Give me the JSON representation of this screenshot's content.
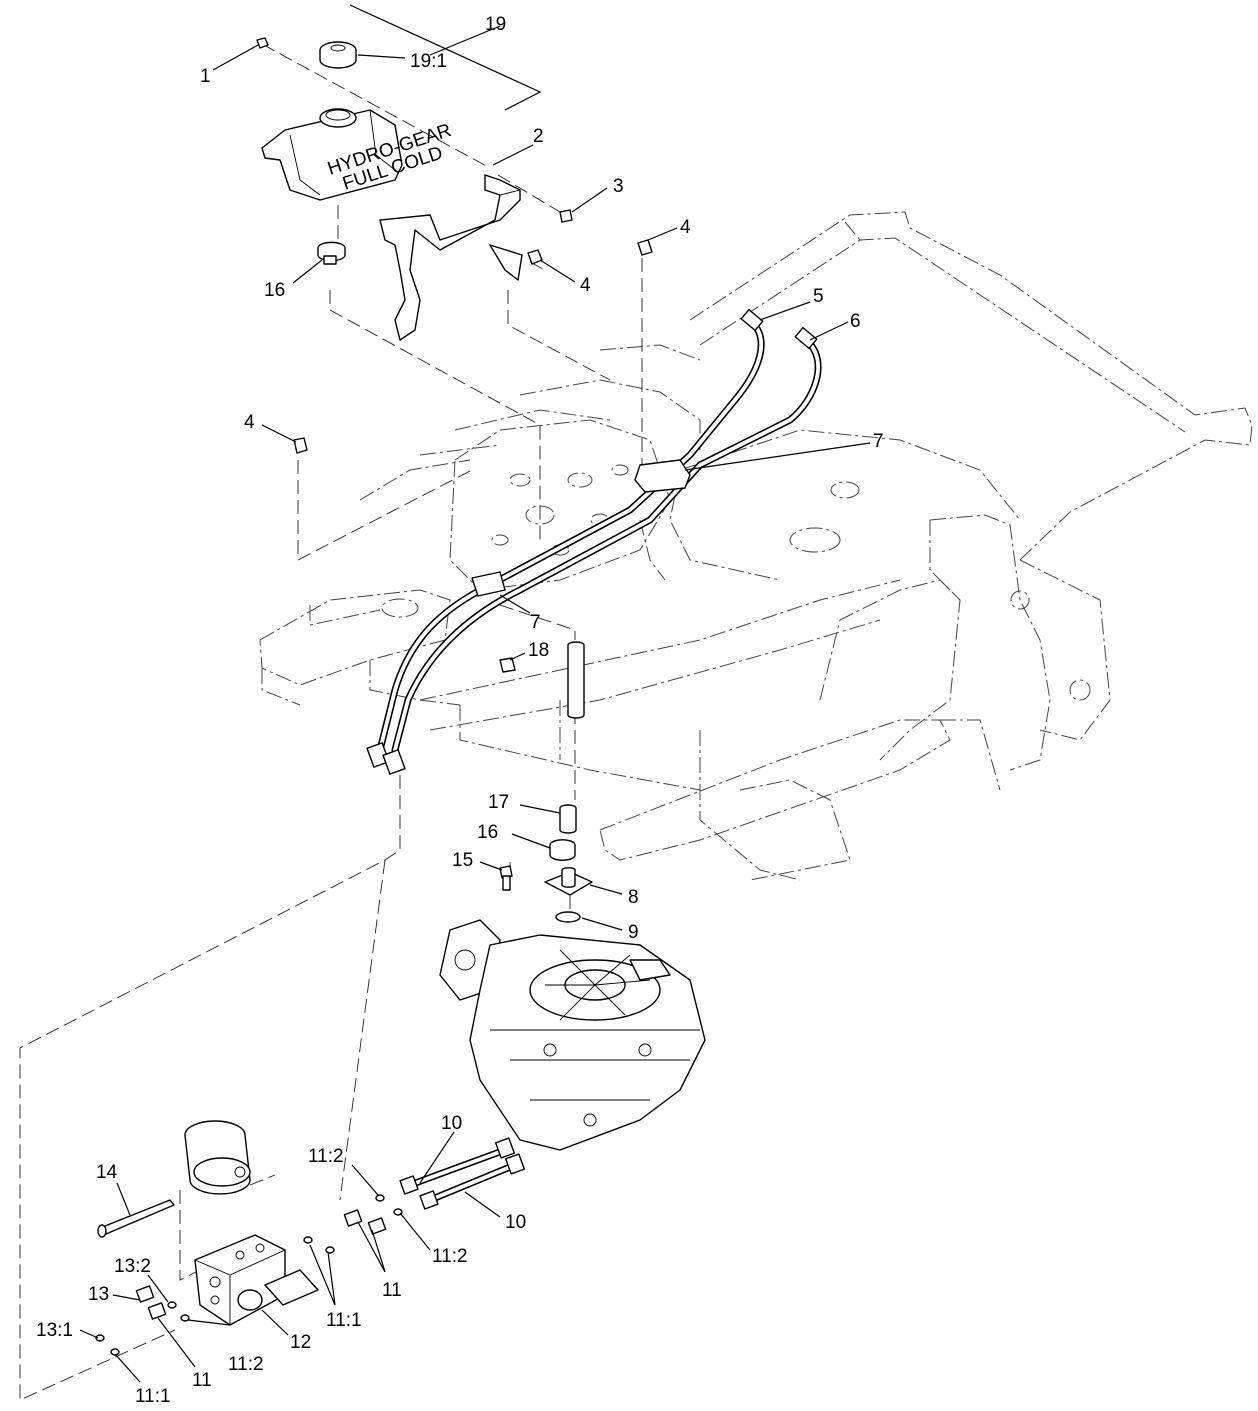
{
  "callouts": [
    {
      "id": "c19",
      "text": "19"
    },
    {
      "id": "c19-1",
      "text": "19:1"
    },
    {
      "id": "c1",
      "text": "1"
    },
    {
      "id": "c2",
      "text": "2"
    },
    {
      "id": "c3",
      "text": "3"
    },
    {
      "id": "c4a",
      "text": "4"
    },
    {
      "id": "c4b",
      "text": "4"
    },
    {
      "id": "c16a",
      "text": "16"
    },
    {
      "id": "c5",
      "text": "5"
    },
    {
      "id": "c6",
      "text": "6"
    },
    {
      "id": "c4c",
      "text": "4"
    },
    {
      "id": "c7a",
      "text": "7"
    },
    {
      "id": "c7b",
      "text": "7"
    },
    {
      "id": "c18",
      "text": "18"
    },
    {
      "id": "c17",
      "text": "17"
    },
    {
      "id": "c16b",
      "text": "16"
    },
    {
      "id": "c15",
      "text": "15"
    },
    {
      "id": "c8",
      "text": "8"
    },
    {
      "id": "c9",
      "text": "9"
    },
    {
      "id": "c10a",
      "text": "10"
    },
    {
      "id": "c10b",
      "text": "10"
    },
    {
      "id": "c11-2a",
      "text": "11:2"
    },
    {
      "id": "c11-2b",
      "text": "11:2"
    },
    {
      "id": "c14",
      "text": "14"
    },
    {
      "id": "c11a",
      "text": "11"
    },
    {
      "id": "c13-2",
      "text": "13:2"
    },
    {
      "id": "c13",
      "text": "13"
    },
    {
      "id": "c11-1a",
      "text": "11:1"
    },
    {
      "id": "c13-1",
      "text": "13:1"
    },
    {
      "id": "c12",
      "text": "12"
    },
    {
      "id": "c11-2c",
      "text": "11:2"
    },
    {
      "id": "c11b",
      "text": "11"
    },
    {
      "id": "c11-1b",
      "text": "11:1"
    }
  ],
  "tank_brand": "HYDRO-GEAR",
  "tank_fill_mark": "FULL COLD"
}
